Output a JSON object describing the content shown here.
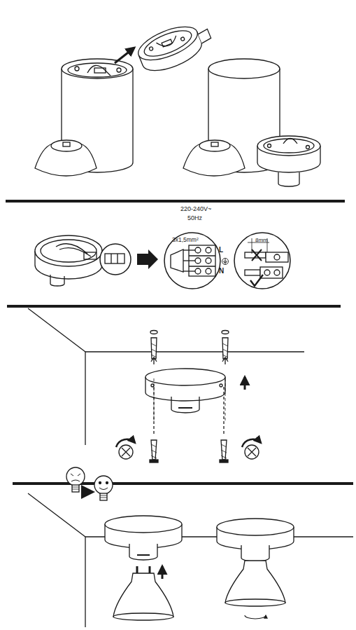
{
  "diagram": {
    "labels": [
      "220-240V~",
      "50Hz",
      "3x1,5mm²",
      "L",
      "N",
      "8mm"
    ]
  }
}
